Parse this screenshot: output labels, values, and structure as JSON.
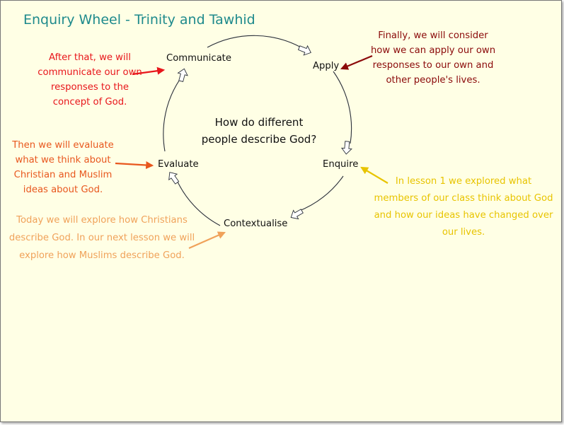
{
  "title": "Enquiry Wheel - Trinity and Tawhid",
  "center_question": [
    "How do different",
    "people describe God?"
  ],
  "stages": {
    "communicate": "Communicate",
    "apply": "Apply",
    "enquire": "Enquire",
    "contextualise": "Contextualise",
    "evaluate": "Evaluate"
  },
  "notes": {
    "communicate": {
      "color": "#e8161b",
      "lines": [
        "After that, we will",
        "communicate our own",
        "responses to the",
        "concept of God."
      ]
    },
    "apply": {
      "color": "#8b0a0a",
      "lines": [
        "Finally, we will consider",
        "how we can apply our own",
        "responses to our own and",
        "other people's lives."
      ]
    },
    "evaluate": {
      "color": "#e8571e",
      "lines": [
        "Then we will evaluate",
        "what we think about",
        "Christian and Muslim",
        "ideas about God."
      ]
    },
    "enquire": {
      "color": "#e8c400",
      "lines": [
        "In lesson 1 we explored what",
        "members of our class think about God",
        "and how our ideas have changed over",
        "our lives."
      ]
    },
    "contextualise": {
      "color": "#f0a25a",
      "lines": [
        "Today we will explore how Christians",
        "describe God. In our next lesson we will",
        "explore how Muslims describe God."
      ]
    }
  }
}
